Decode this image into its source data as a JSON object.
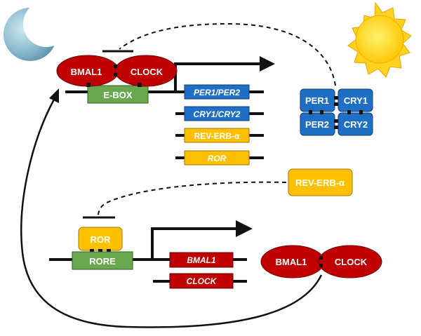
{
  "top_complex": {
    "left": "BMAL1",
    "right": "CLOCK"
  },
  "top_promoter": "E-BOX",
  "top_genes": [
    "PER1/PER2",
    "CRY1/CRY2",
    "REV-ERB-α",
    "ROR"
  ],
  "per_cry_complex": {
    "top_left": "PER1",
    "top_right": "CRY1",
    "bottom_left": "PER2",
    "bottom_right": "CRY2"
  },
  "rev_erb_protein": "REV-ERB-α",
  "bottom_activator": "ROR",
  "bottom_promoter": "RORE",
  "bottom_genes": [
    "BMAL1",
    "CLOCK"
  ],
  "output_complex": {
    "left": "BMAL1",
    "right": "CLOCK"
  },
  "colors": {
    "red": "#c00000",
    "green": "#6aa84f",
    "blue": "#1f6fc5",
    "orange": "#ffc000",
    "sun": "#ffd700",
    "moon": "#7fb0c8"
  }
}
